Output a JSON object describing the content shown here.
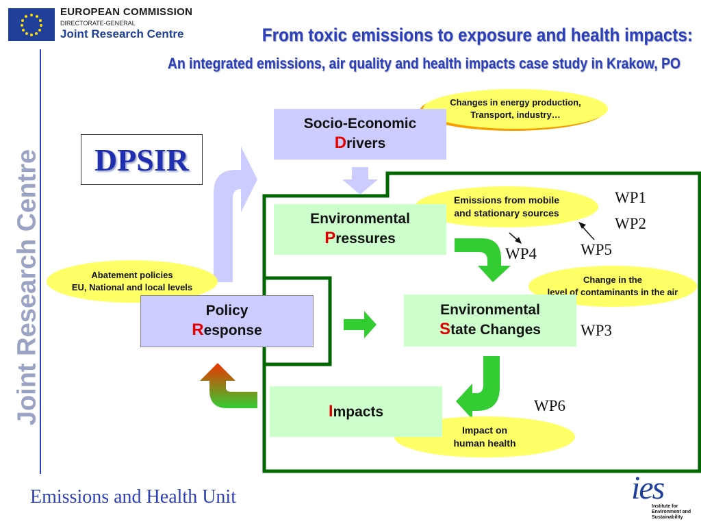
{
  "header": {
    "org": "EUROPEAN COMMISSION",
    "directorate": "DIRECTORATE-GENERAL",
    "centre": "Joint Research Centre",
    "title": "From toxic emissions to exposure and health impacts:",
    "subtitle": "An integrated emissions, air quality and health impacts case study in Krakow, PO"
  },
  "sidebar": {
    "vertical_text": "Joint Research Centre"
  },
  "framework_label": "DPSIR",
  "boxes": {
    "drivers": {
      "line1": "Socio-Economic",
      "initial": "D",
      "rest": "rivers"
    },
    "pressures": {
      "line1": "Environmental",
      "initial": "P",
      "rest": "ressures"
    },
    "state": {
      "line1": "Environmental",
      "initial": "S",
      "rest": "tate Changes"
    },
    "impacts": {
      "initial": "I",
      "rest": "mpacts"
    },
    "response": {
      "line1": "Policy",
      "initial": "R",
      "rest": "esponse"
    }
  },
  "notes": {
    "drivers": {
      "line1": "Changes in energy production,",
      "line2": "Transport, industry…"
    },
    "pressures": {
      "line1": "Emissions from mobile",
      "line2": "and stationary sources"
    },
    "state": {
      "line1": "Change in the",
      "line2": "level of contaminants in the air"
    },
    "impacts": {
      "line1": "Impact on",
      "line2": "human health"
    },
    "response": {
      "line1": "Abatement policies",
      "line2": "EU, National and local levels"
    }
  },
  "work_packages": {
    "wp1": "WP1",
    "wp2": "WP2",
    "wp3": "WP3",
    "wp4": "WP4",
    "wp5": "WP5",
    "wp6": "WP6"
  },
  "footer": {
    "unit": "Emissions and Health Unit"
  },
  "logos": {
    "ies": {
      "mark": "ies",
      "caption_line1": "Institute for",
      "caption_line2": "Environment and",
      "caption_line3": "Sustainability"
    }
  },
  "colors": {
    "title_blue": "#2d3fb6",
    "frame_green": "#006600",
    "driver_box": "#ccccff",
    "pressure_box": "#ccffcc",
    "note_yellow": "#ffff66",
    "arrow_green": "#33cc33",
    "arrow_blue": "#ccccff",
    "arrow_red": "#ee3300"
  }
}
